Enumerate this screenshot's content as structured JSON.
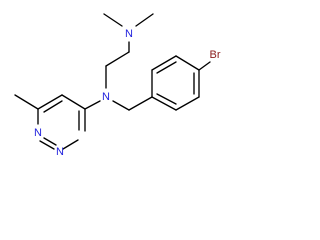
{
  "molecule": {
    "atoms": {
      "n_dimethyl": "N",
      "n_amine": "N",
      "br": "Br",
      "n_ring_upper": "N",
      "n_ring_lower": "N"
    },
    "colors": {
      "bond": "#000000",
      "nitrogen": "#2222dd",
      "bromine": "#8b1a1a",
      "background": "#ffffff"
    }
  }
}
